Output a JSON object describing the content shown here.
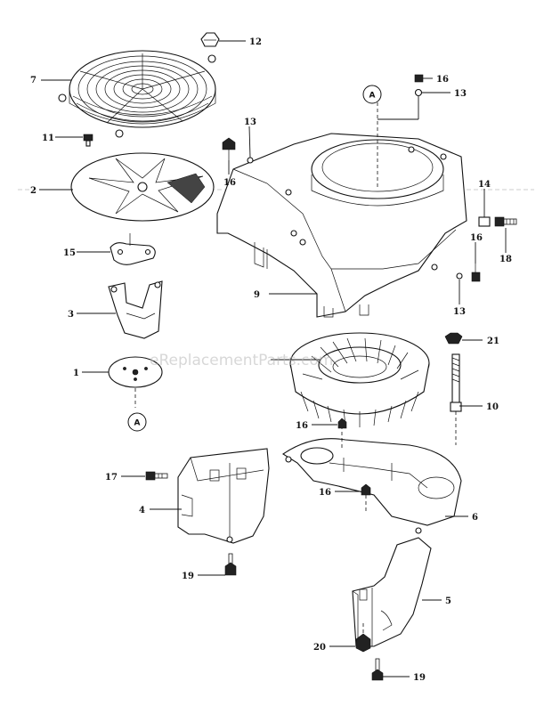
{
  "watermark": "eReplacementParts.com",
  "callout_letter": "A",
  "part_numbers": {
    "p1": "1",
    "p2": "2",
    "p3": "3",
    "p4": "4",
    "p5": "5",
    "p6": "6",
    "p7": "7",
    "p9": "9",
    "p10": "10",
    "p11": "11",
    "p12": "12",
    "p13a": "13",
    "p13b": "13",
    "p13c": "13",
    "p14": "14",
    "p15": "15",
    "p16a": "16",
    "p16b": "16",
    "p16c": "16",
    "p16d": "16",
    "p16e": "16",
    "p17": "17",
    "p18": "18",
    "p19a": "19",
    "p19b": "19",
    "p20": "20",
    "p21": "21"
  }
}
